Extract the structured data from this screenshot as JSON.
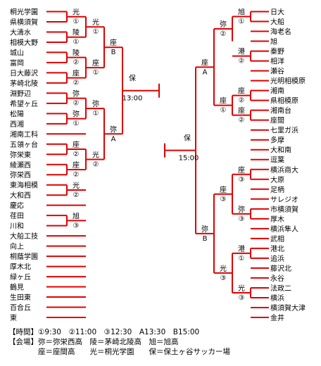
{
  "left_teams": [
    "桐光学園",
    "県横須賀",
    "大清水",
    "相模大野",
    "城山",
    "富岡",
    "日大藤沢",
    "茅崎北陵",
    "淵野辺",
    "希望ヶ丘",
    "松陽",
    "西湘",
    "湘南工科",
    "五領ヶ台",
    "弥栄東",
    "綾瀬西",
    "弥栄西",
    "東海相模",
    "大和西",
    "慶応",
    "荏田",
    "川和",
    "大船工技",
    "向上",
    "桐蔭学園",
    "厚木北",
    "緑ヶ丘",
    "鶴見",
    "生田東",
    "百合丘",
    "東"
  ],
  "right_teams": [
    "日大",
    "大船",
    "海老名",
    "旭",
    "秦野",
    "相洋",
    "瀬谷",
    "光明相模原",
    "湘南",
    "県相模原",
    "湘南台",
    "座間",
    "七里ガ浜",
    "多摩",
    "大和南",
    "逗葉",
    "横浜商大",
    "大原",
    "足柄",
    "サレジオ",
    "市横須賀",
    "厚木",
    "横浜隼人",
    "武相",
    "港北",
    "追浜",
    "藤沢北",
    "永谷",
    "法政二",
    "横浜",
    "横須賀大津",
    "金井"
  ],
  "left_r1": [
    {
      "venue": "光",
      "time": "①"
    },
    {
      "venue": "陵",
      "time": "①"
    },
    {
      "venue": "陵",
      "time": "②"
    },
    {
      "venue": "座",
      "time": "②"
    },
    {
      "venue": "弥",
      "time": "②"
    },
    {
      "venue": "弥",
      "time": "①"
    },
    {
      "venue": "座",
      "time": "②"
    },
    {
      "venue": "座",
      "time": "②"
    },
    {
      "venue": "光",
      "time": "②"
    },
    {
      "venue": "旭",
      "time": "③"
    }
  ],
  "left_r2": [
    {
      "venue": "光",
      "time": "①"
    },
    {
      "venue": "座",
      "time": "①"
    },
    {
      "venue": "弥",
      "time": "①"
    },
    {
      "venue": "光",
      "time": "②"
    }
  ],
  "left_r3": [
    {
      "venue": "座",
      "time": "B"
    },
    {
      "venue": "弥",
      "time": "A"
    }
  ],
  "right_r1": [
    {
      "venue": "旭",
      "time": "①"
    },
    {
      "venue": "港",
      "time": "②"
    },
    {
      "venue": "座",
      "time": "②"
    },
    {
      "venue": "座",
      "time": "②"
    },
    {
      "venue": "座",
      "time": "③"
    },
    {
      "venue": "弥",
      "time": "③"
    },
    {
      "venue": "港",
      "time": "①"
    },
    {
      "venue": "光",
      "time": "③"
    }
  ],
  "right_r2": [
    {
      "venue": "弥",
      "time": "②"
    },
    {
      "venue": "座",
      "time": "①"
    },
    {
      "venue": "座",
      "time": "③"
    },
    {
      "venue": "光",
      "time": "③"
    }
  ],
  "right_r3": [
    {
      "venue": "座",
      "time": "A"
    },
    {
      "venue": "弥",
      "time": "B"
    }
  ],
  "final_left": {
    "venue": "保",
    "time": "13:00"
  },
  "final_right": {
    "venue": "保",
    "time": "15:00"
  },
  "legend": {
    "times": "【時間】①9:30　②11:00　③12:30　A13:30　B15:00",
    "venues1": "【会場】弥＝弥栄西高　陵＝茅崎北陵高　旭＝旭高",
    "venues2": "　　　　座＝座間高　　光＝桐光学園　　保＝保土ヶ谷サッカー場"
  },
  "colors": {
    "line": "#e00000",
    "text": "#000000"
  }
}
